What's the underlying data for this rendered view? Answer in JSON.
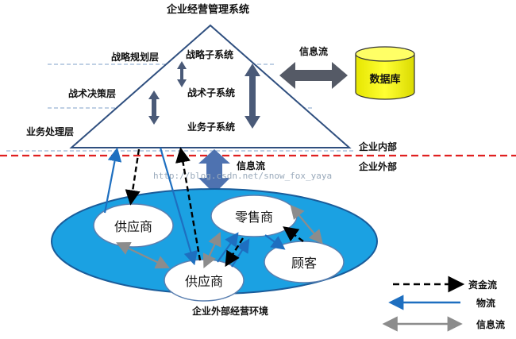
{
  "title": "企业经营管理系统",
  "layers": {
    "strategic_planning": "战略规划层",
    "tactical_decision": "战术决策层",
    "business_processing": "业务处理层"
  },
  "subsystems": {
    "strategic": "战略子系统",
    "tactical": "战术子系统",
    "business": "业务子系统"
  },
  "database": {
    "label": "数据库",
    "flow_label": "信息流",
    "fill_color": "#FFFF00"
  },
  "boundary": {
    "internal_label": "企业内部",
    "external_label": "企业外部",
    "flow_label": "信息流",
    "line_color": "#E02020"
  },
  "environment": {
    "label": "企业外部经营环境",
    "fill_color": "#1BA1E2",
    "nodes": {
      "supplier_left": "供应商",
      "retailer": "零售商",
      "customer": "顾客",
      "supplier_bottom": "供应商"
    }
  },
  "watermark": "http://blog.csdn.net/snow_fox_yaya",
  "legend": {
    "items": [
      {
        "label": "资金流",
        "style": "dashed-black"
      },
      {
        "label": "物流",
        "style": "solid-blue"
      },
      {
        "label": "信息流",
        "style": "solid-gray"
      }
    ],
    "colors": {
      "funds": "#000000",
      "logistics": "#1E6FC0",
      "info": "#8C8C8C"
    }
  }
}
